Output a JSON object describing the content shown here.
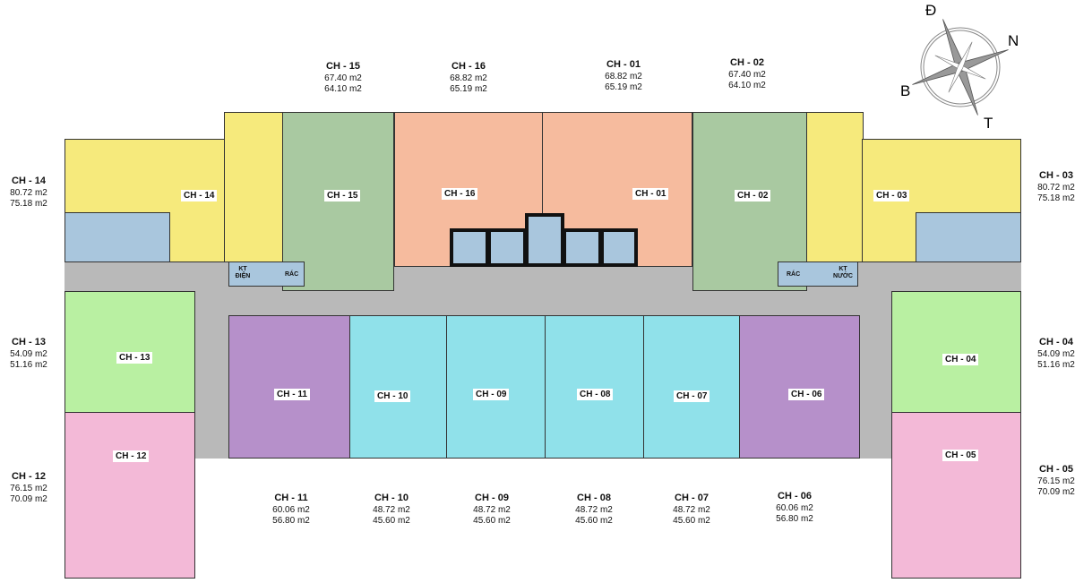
{
  "units": [
    {
      "code": "CH - 01",
      "a1": "68.82 m2",
      "a2": "65.19 m2"
    },
    {
      "code": "CH - 02",
      "a1": "67.40 m2",
      "a2": "64.10 m2"
    },
    {
      "code": "CH - 03",
      "a1": "80.72 m2",
      "a2": "75.18 m2"
    },
    {
      "code": "CH - 04",
      "a1": "54.09 m2",
      "a2": "51.16 m2"
    },
    {
      "code": "CH - 05",
      "a1": "76.15 m2",
      "a2": "70.09 m2"
    },
    {
      "code": "CH - 06",
      "a1": "60.06 m2",
      "a2": "56.80 m2"
    },
    {
      "code": "CH - 07",
      "a1": "48.72 m2",
      "a2": "45.60 m2"
    },
    {
      "code": "CH - 08",
      "a1": "48.72 m2",
      "a2": "45.60 m2"
    },
    {
      "code": "CH - 09",
      "a1": "48.72 m2",
      "a2": "45.60 m2"
    },
    {
      "code": "CH - 10",
      "a1": "48.72 m2",
      "a2": "45.60 m2"
    },
    {
      "code": "CH - 11",
      "a1": "60.06 m2",
      "a2": "56.80 m2"
    },
    {
      "code": "CH - 12",
      "a1": "76.15 m2",
      "a2": "70.09 m2"
    },
    {
      "code": "CH - 13",
      "a1": "54.09 m2",
      "a2": "51.16 m2"
    },
    {
      "code": "CH - 14",
      "a1": "80.72 m2",
      "a2": "75.18 m2"
    },
    {
      "code": "CH - 15",
      "a1": "67.40 m2",
      "a2": "64.10 m2"
    },
    {
      "code": "CH - 16",
      "a1": "68.82 m2",
      "a2": "65.19 m2"
    }
  ],
  "rooms": {
    "kt_dien": "KT ĐIỆN",
    "rac": "RÁC",
    "kt_nuoc": "KT NƯỚC"
  },
  "compass": {
    "north": "N",
    "south": "T",
    "east": "Đ",
    "west": "B"
  },
  "colors": {
    "yellow": "#f6ea7c",
    "green": "#a9c9a1",
    "salmon": "#f6bb9e",
    "light_green": "#b9f0a2",
    "pink": "#f3b9d7",
    "purple": "#b690ca",
    "cyan": "#90e1ea",
    "service": "#a9c6dd",
    "corridor": "#b9b9b9"
  }
}
